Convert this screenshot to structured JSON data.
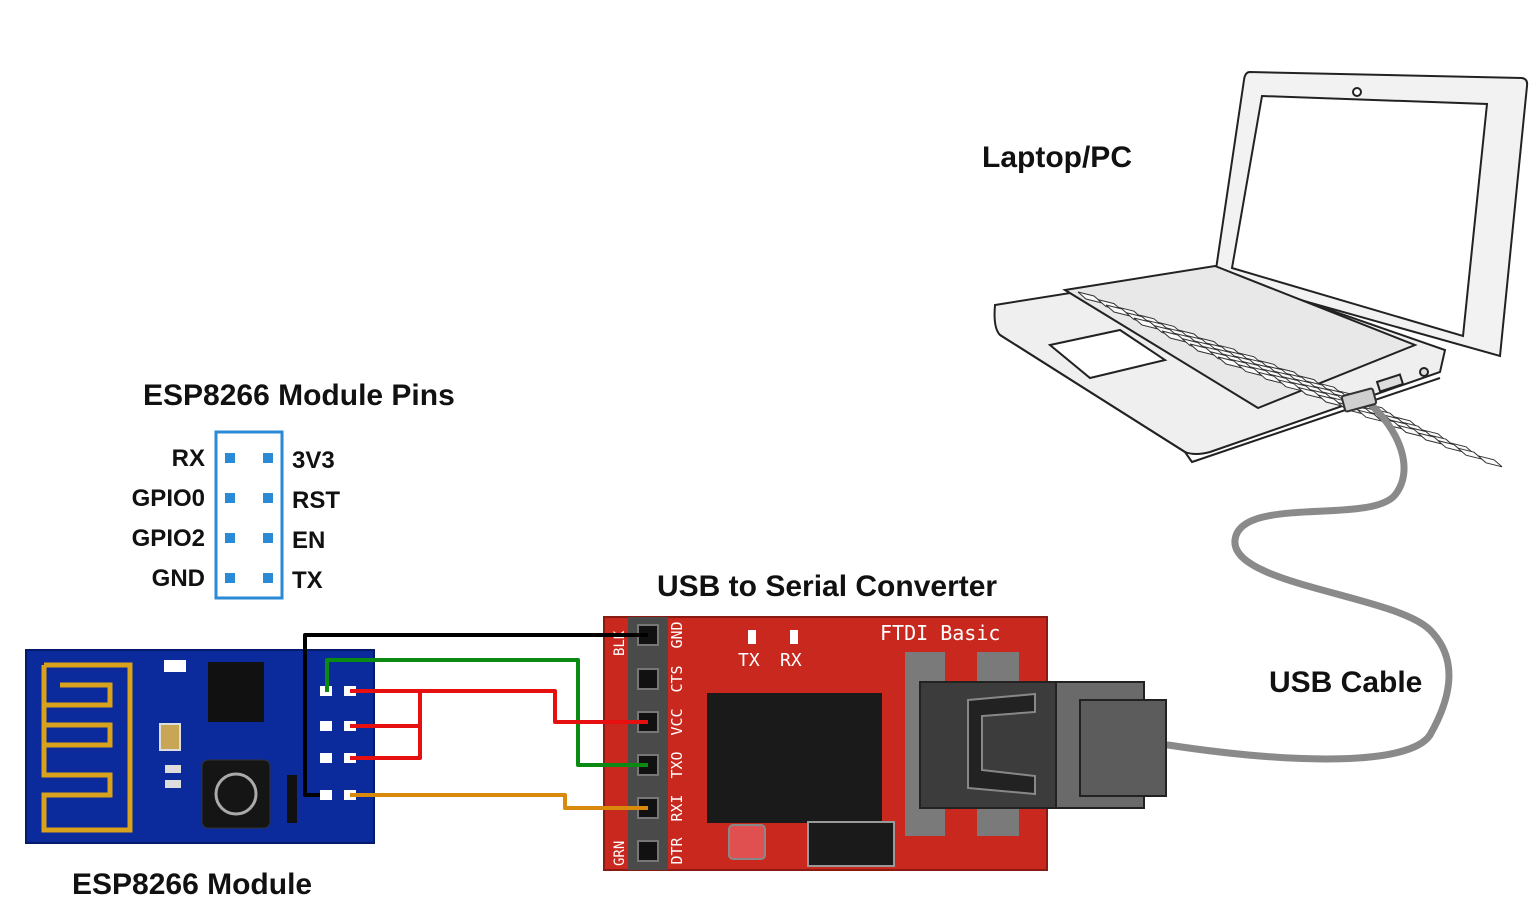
{
  "titles": {
    "laptop": "Laptop/PC",
    "pins": "ESP8266 Module Pins",
    "converter": "USB to Serial Converter",
    "cable": "USB Cable",
    "module": "ESP8266 Module"
  },
  "pins": {
    "left": [
      "RX",
      "GPIO0",
      "GPIO2",
      "GND"
    ],
    "right": [
      "3V3",
      "RST",
      "EN",
      "TX"
    ]
  },
  "ftdi": {
    "brand": "FTDI Basic",
    "led_tx": "TX",
    "led_rx": "RX",
    "left_top": "BLK",
    "left_bottom": "GRN",
    "pins": [
      "GND",
      "CTS",
      "VCC",
      "TXO",
      "RXI",
      "DTR"
    ]
  },
  "colors": {
    "esp_board": "#0b2a9c",
    "ftdi_board": "#c8281e",
    "pin_box": "#2a8ad6",
    "wire_gnd": "#000000",
    "wire_tx": "#0a8a12",
    "wire_vcc": "#e61010",
    "wire_rx": "#d98a0c",
    "cable": "#8a8a8a"
  }
}
